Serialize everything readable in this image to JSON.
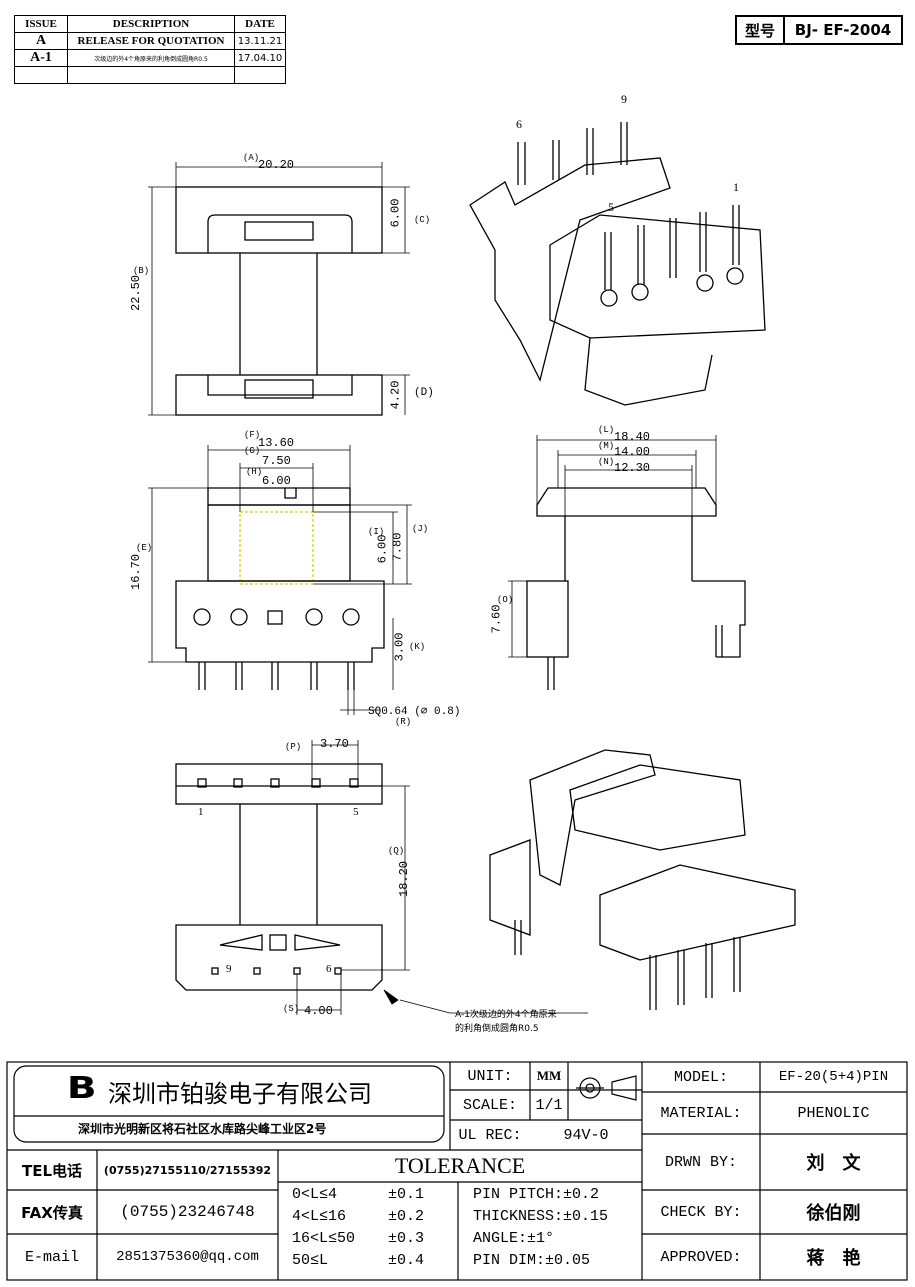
{
  "revision_table": {
    "headers": [
      "ISSUE",
      "DESCRIPTION",
      "DATE"
    ],
    "rows": [
      {
        "issue": "A",
        "description": "RELEASE FOR QUOTATION",
        "date": "13.11.21"
      },
      {
        "issue": "A-1",
        "description": "次级边的外4个角原来的利角倒成圆角R0.5",
        "date": "17.04.10"
      },
      {
        "issue": "",
        "description": "",
        "date": ""
      }
    ]
  },
  "model_tag": {
    "label": "型号",
    "value": "BJ- EF-2004"
  },
  "pins": {
    "p1": "1",
    "p5": "5",
    "p6": "6",
    "p9": "9"
  },
  "dims": {
    "A": "(A)",
    "A_val": "20.20",
    "B": "(B)",
    "B_val": "22.50",
    "C": "(C)",
    "C_val": "6.00",
    "D": "(D)",
    "D_val": "4.20",
    "E": "(E)",
    "E_val": "16.70",
    "F": "(F)",
    "F_val": "13.60",
    "G": "(G)",
    "G_val": "7.50",
    "H": "(H)",
    "H_val": "6.00",
    "I": "(I)",
    "I_val": "6.00",
    "J": "(J)",
    "J_val": "7.80",
    "K": "(K)",
    "K_val": "3.00",
    "L": "(L)",
    "L_val": "18.40",
    "M": "(M)",
    "M_val": "14.00",
    "N": "(N)",
    "N_val": "12.30",
    "O": "(O)",
    "O_val": "7.60",
    "P": "(P)",
    "P_val": "3.70",
    "Q": "(Q)",
    "Q_val": "18.20",
    "R": "(R)",
    "R_val": "SQ0.64 (∅ 0.8)",
    "S": "(S)",
    "S_val": "4.00"
  },
  "note": {
    "line1": "A-1次级边的外4个角原来",
    "line2": "的利角倒成圆角R0.5"
  },
  "company": {
    "logo": "B",
    "name": "深圳市铂骏电子有限公司",
    "address": "深圳市光明新区将石社区水库路尖峰工业区2号"
  },
  "spec": {
    "unit_label": "UNIT:",
    "unit_value": "MM",
    "scale_label": "SCALE:",
    "scale_value": "1/1",
    "ul_label": "UL REC:",
    "ul_value": "94V-0",
    "model_label": "MODEL:",
    "model_value": "EF-20(5+4)PIN",
    "material_label": "MATERIAL:",
    "material_value": "PHENOLIC",
    "drwn_label": "DRWN BY:",
    "drwn_value": "刘　文",
    "check_label": "CHECK BY:",
    "check_value": "徐伯刚",
    "approved_label": "APPROVED:",
    "approved_value": "蒋　艳"
  },
  "contact": {
    "tel_label": "TEL电话",
    "tel_value": "(0755)27155110/27155392",
    "fax_label": "FAX传真",
    "fax_value": "(0755)23246748",
    "email_label": "E-mail",
    "email_value": "2851375360@qq.com"
  },
  "tolerance": {
    "title": "TOLERANCE",
    "ranges": [
      {
        "range": "0<L≤4",
        "value": "±0.1"
      },
      {
        "range": "4<L≤16",
        "value": "±0.2"
      },
      {
        "range": "16<L≤50",
        "value": "±0.3"
      },
      {
        "range": "50≤L",
        "value": "±0.4"
      }
    ],
    "extra": [
      "PIN PITCH:±0.2",
      "THICKNESS:±0.15",
      "ANGLE:±1°",
      "PIN DIM:±0.05"
    ]
  }
}
